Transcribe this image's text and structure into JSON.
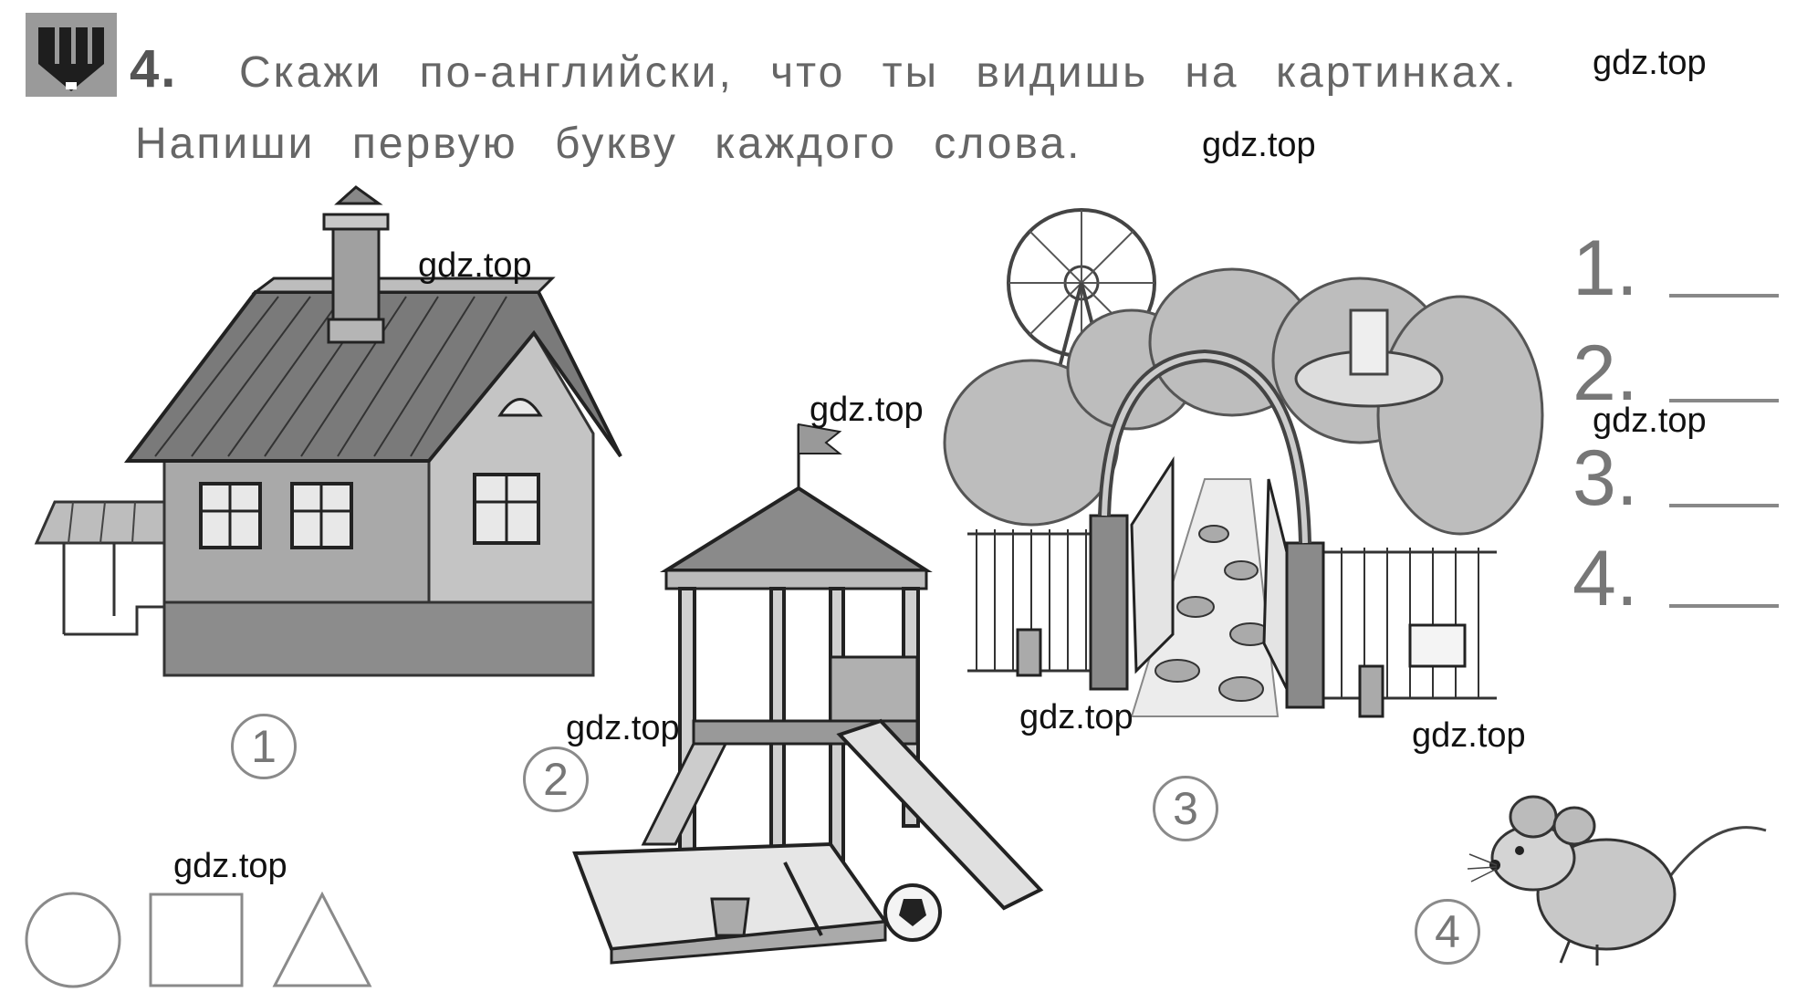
{
  "task": {
    "number": "4.",
    "line1": "Скажи по-английски, что ты видишь на картинках.",
    "line2": "Напиши первую букву каждого слова."
  },
  "watermark": "gdz.top",
  "pictures": {
    "labels": [
      "1",
      "2",
      "3",
      "4"
    ]
  },
  "answers": {
    "items": [
      "1.",
      "2.",
      "3.",
      "4."
    ]
  },
  "shapes": [
    "circle",
    "square",
    "triangle"
  ],
  "icons": {
    "task": "pencil-task-icon"
  }
}
